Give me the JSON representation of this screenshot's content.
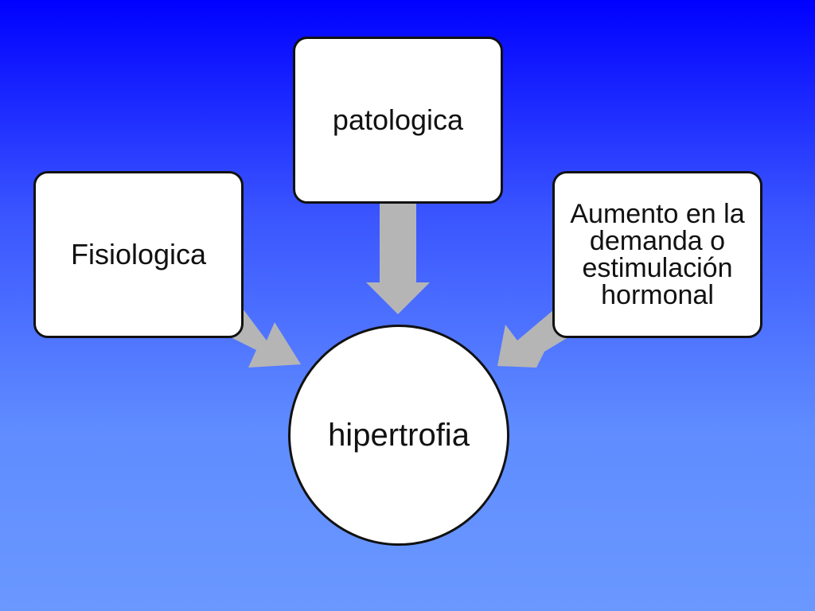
{
  "diagram": {
    "center": {
      "label": "hipertrofia"
    },
    "nodes": [
      {
        "id": "patologica",
        "label": "patologica"
      },
      {
        "id": "fisiologica",
        "label": "Fisiologica"
      },
      {
        "id": "aumento",
        "label": "Aumento en la demanda o estimulación hormonal"
      }
    ],
    "colors": {
      "background_top": "#0000ff",
      "background_bottom": "#6a98ff",
      "arrow": "#b5b5b5",
      "node_fill": "#ffffff",
      "node_border": "#111111"
    }
  }
}
